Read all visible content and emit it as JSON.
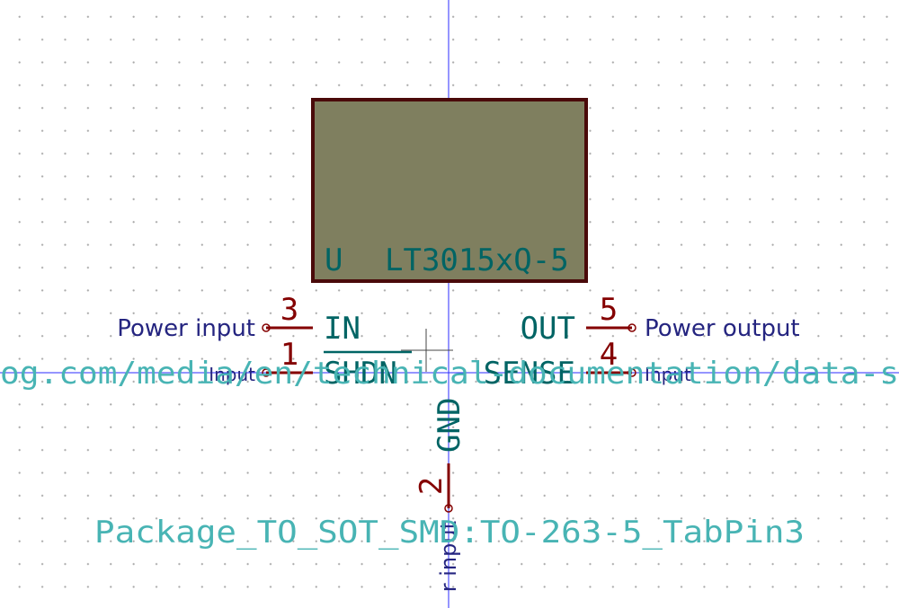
{
  "symbol": {
    "reference": "U",
    "value": "LT3015xQ-5",
    "footprint": "Package_TO_SOT_SMD:TO-263-5_TabPin3",
    "datasheet": "og.com/media/en/technical-documentation/data-s",
    "body_fill": "#7f7f5f",
    "body_stroke": "#4a0a0a"
  },
  "pins": [
    {
      "number": "3",
      "name": "IN",
      "type": "Power input"
    },
    {
      "number": "1",
      "name": "SHDN",
      "type": "Input"
    },
    {
      "number": "5",
      "name": "OUT",
      "type": "Power output"
    },
    {
      "number": "4",
      "name": "SENSE",
      "type": "Input"
    },
    {
      "number": "2",
      "name": "GND",
      "type": "r input"
    }
  ],
  "colors": {
    "pin_line": "#840000",
    "pin_name": "#006464",
    "pin_type": "#252580",
    "field_text": "#48b4b4",
    "axis": "#2b2bff"
  }
}
